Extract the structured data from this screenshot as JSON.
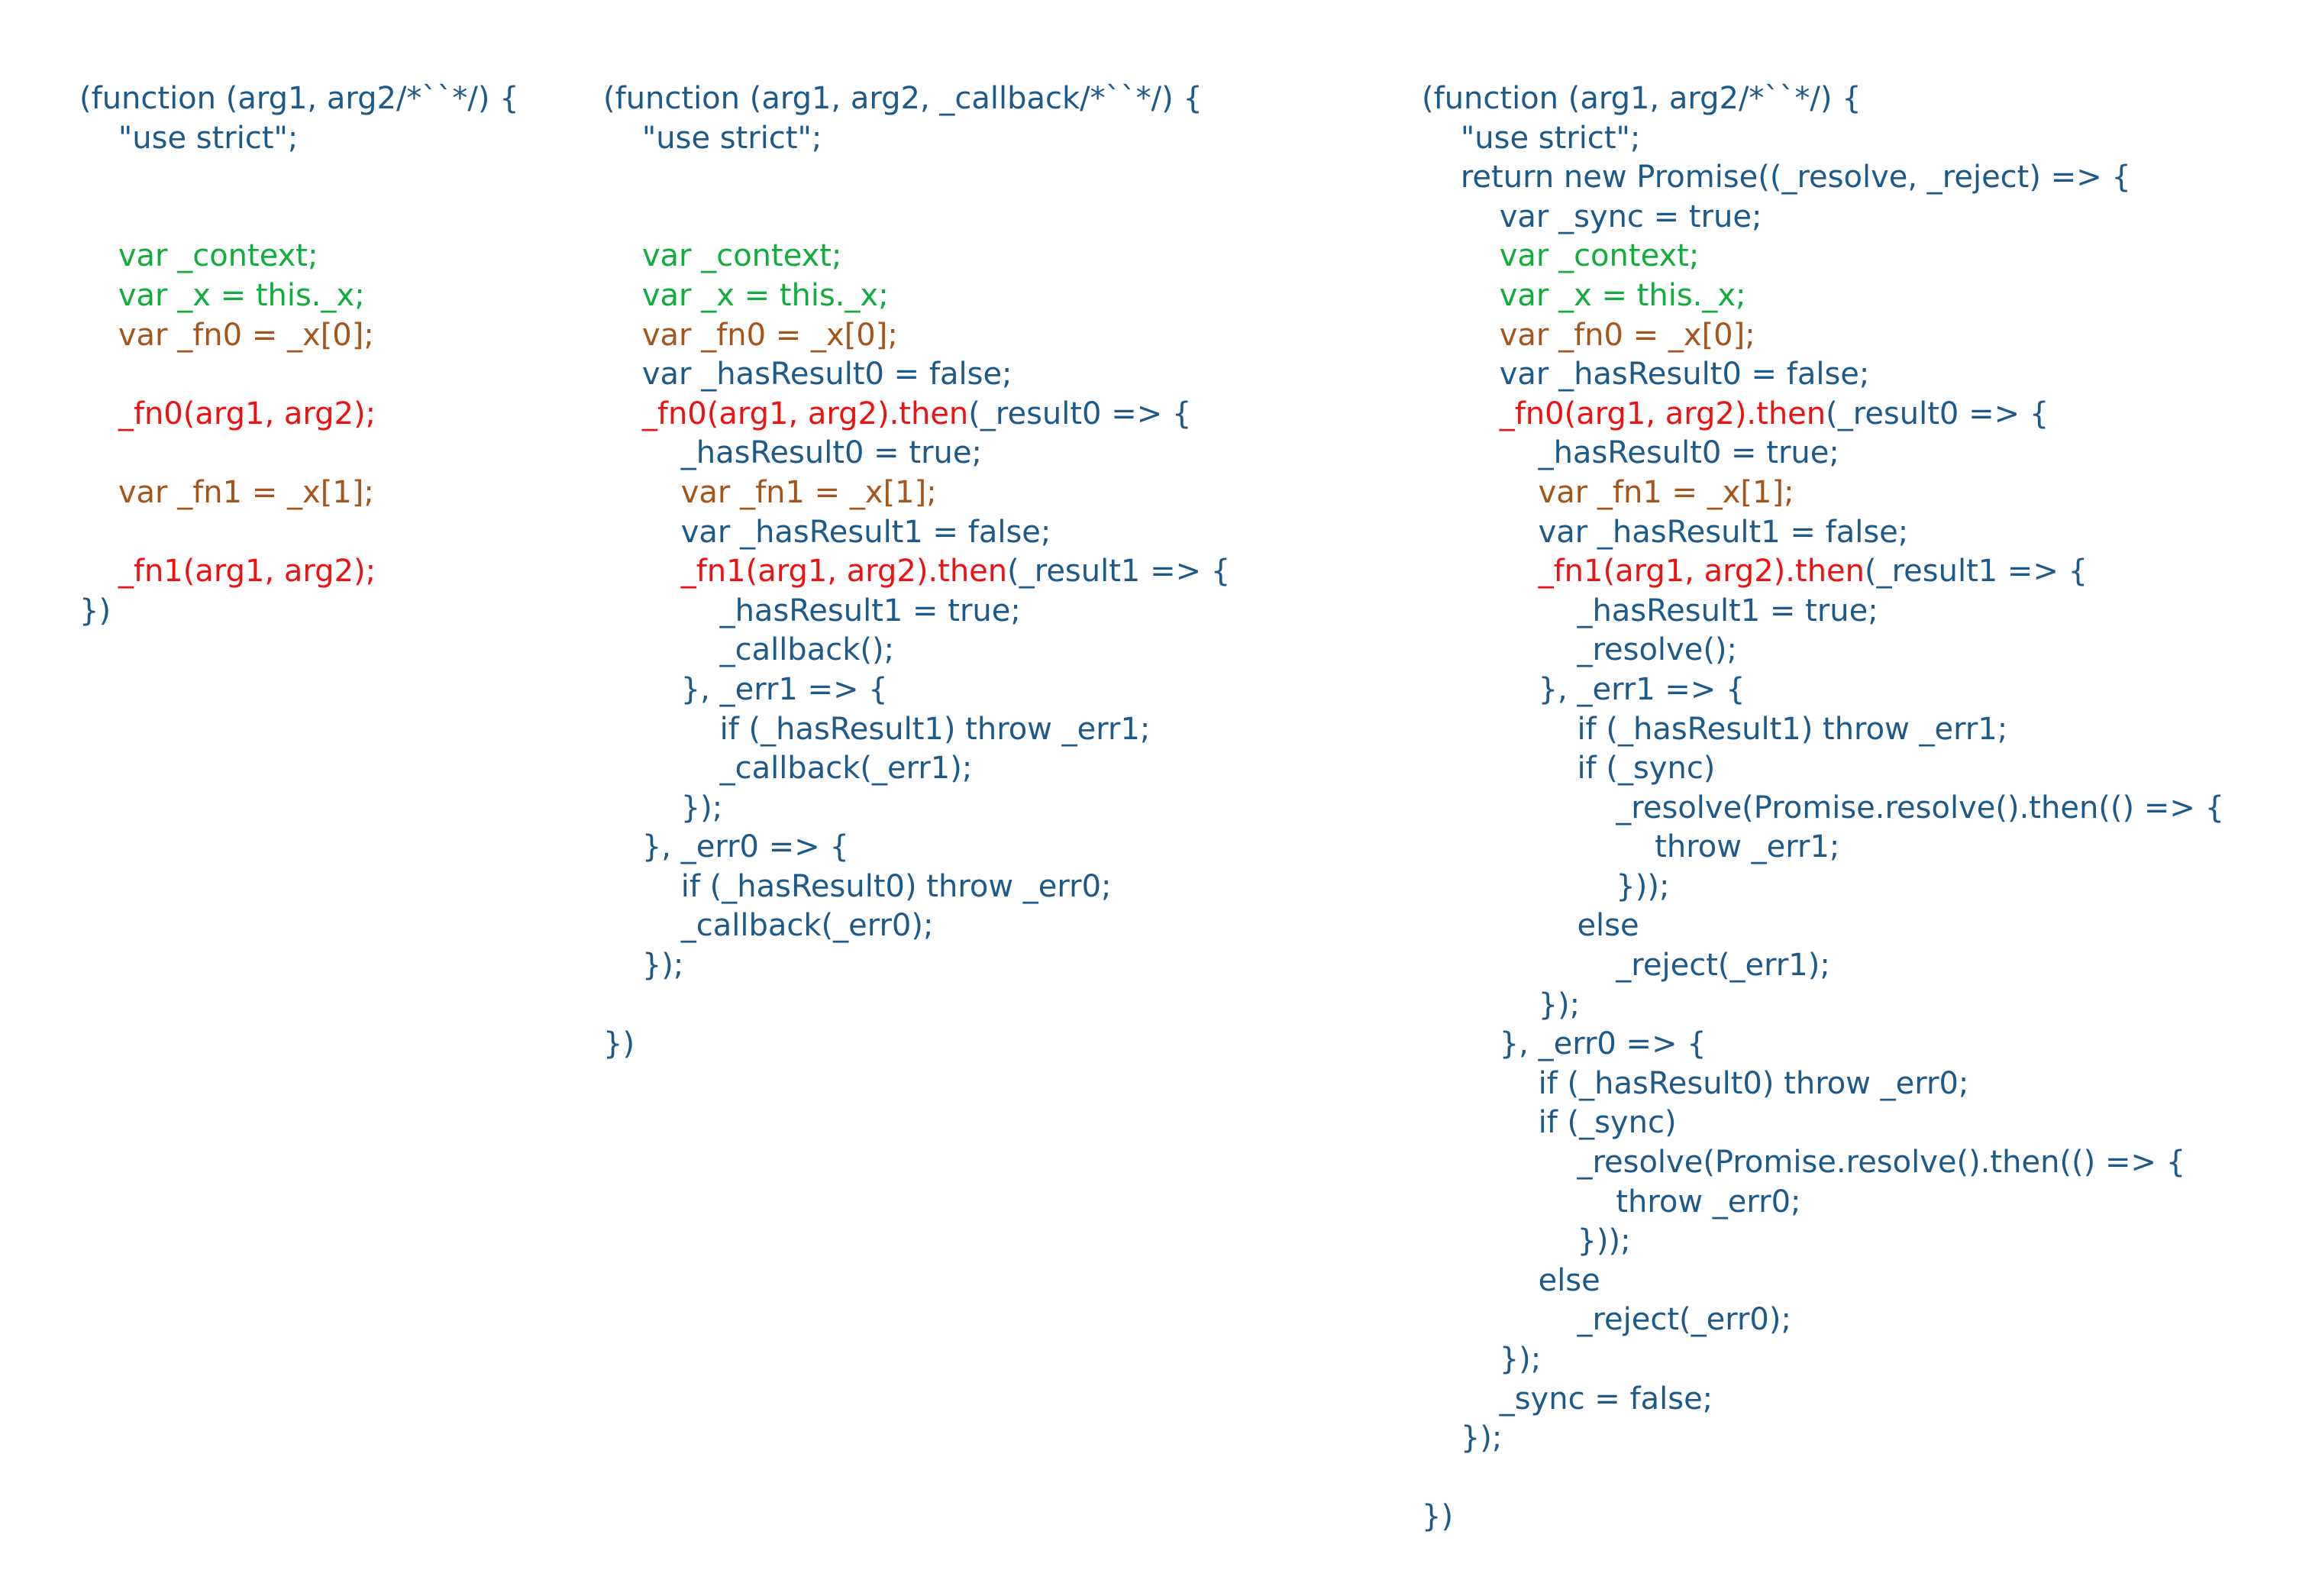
{
  "colors": {
    "blue": "#1b5a8a",
    "green": "#11ad3b",
    "orange": "#a5541a",
    "red": "#ee1111"
  },
  "panels": [
    {
      "id": "sync",
      "lines": [
        [
          {
            "t": "(function (arg1, arg2/*``*/) {",
            "c": "blue"
          }
        ],
        [
          {
            "t": "    \"use strict\";",
            "c": "blue"
          }
        ],
        [],
        [],
        [
          {
            "t": "    var _context;",
            "c": "green"
          }
        ],
        [
          {
            "t": "    var _x = this._x;",
            "c": "green"
          }
        ],
        [
          {
            "t": "    var _fn0 = _x[0];",
            "c": "orange"
          }
        ],
        [],
        [
          {
            "t": "    _fn0(arg1, arg2);",
            "c": "red"
          }
        ],
        [],
        [
          {
            "t": "    var _fn1 = _x[1];",
            "c": "orange"
          }
        ],
        [],
        [
          {
            "t": "    _fn1(arg1, arg2);",
            "c": "red"
          }
        ],
        [
          {
            "t": "})",
            "c": "blue"
          }
        ]
      ]
    },
    {
      "id": "callback",
      "lines": [
        [
          {
            "t": "(function (arg1, arg2, _callback/*``*/) {",
            "c": "blue"
          }
        ],
        [
          {
            "t": "    \"use strict\";",
            "c": "blue"
          }
        ],
        [],
        [],
        [
          {
            "t": "    var _context;",
            "c": "green"
          }
        ],
        [
          {
            "t": "    var _x = this._x;",
            "c": "green"
          }
        ],
        [
          {
            "t": "    var _fn0 = _x[0];",
            "c": "orange"
          }
        ],
        [
          {
            "t": "    var _hasResult0 = false;",
            "c": "blue"
          }
        ],
        [
          {
            "t": "    _fn0(arg1, arg2).then",
            "c": "red"
          },
          {
            "t": "(_result0 => {",
            "c": "blue"
          }
        ],
        [
          {
            "t": "        _hasResult0 = true;",
            "c": "blue"
          }
        ],
        [
          {
            "t": "        var _fn1 = _x[1];",
            "c": "orange"
          }
        ],
        [
          {
            "t": "        var _hasResult1 = false;",
            "c": "blue"
          }
        ],
        [
          {
            "t": "        _fn1(arg1, arg2).then",
            "c": "red"
          },
          {
            "t": "(_result1 => {",
            "c": "blue"
          }
        ],
        [
          {
            "t": "            _hasResult1 = true;",
            "c": "blue"
          }
        ],
        [
          {
            "t": "            _callback();",
            "c": "blue"
          }
        ],
        [
          {
            "t": "        }, _err1 => {",
            "c": "blue"
          }
        ],
        [
          {
            "t": "            if (_hasResult1) throw _err1;",
            "c": "blue"
          }
        ],
        [
          {
            "t": "            _callback(_err1);",
            "c": "blue"
          }
        ],
        [
          {
            "t": "        });",
            "c": "blue"
          }
        ],
        [
          {
            "t": "    }, _err0 => {",
            "c": "blue"
          }
        ],
        [
          {
            "t": "        if (_hasResult0) throw _err0;",
            "c": "blue"
          }
        ],
        [
          {
            "t": "        _callback(_err0);",
            "c": "blue"
          }
        ],
        [
          {
            "t": "    });",
            "c": "blue"
          }
        ],
        [],
        [
          {
            "t": "})",
            "c": "blue"
          }
        ]
      ]
    },
    {
      "id": "promise",
      "lines": [
        [
          {
            "t": "(function (arg1, arg2/*``*/) {",
            "c": "blue"
          }
        ],
        [
          {
            "t": "    \"use strict\";",
            "c": "blue"
          }
        ],
        [
          {
            "t": "    return new Promise((_resolve, _reject) => {",
            "c": "blue"
          }
        ],
        [
          {
            "t": "        var _sync = true;",
            "c": "blue"
          }
        ],
        [
          {
            "t": "        var _context;",
            "c": "green"
          }
        ],
        [
          {
            "t": "        var _x = this._x;",
            "c": "green"
          }
        ],
        [
          {
            "t": "        var _fn0 = _x[0];",
            "c": "orange"
          }
        ],
        [
          {
            "t": "        var _hasResult0 = false;",
            "c": "blue"
          }
        ],
        [
          {
            "t": "        _fn0(arg1, arg2).then",
            "c": "red"
          },
          {
            "t": "(_result0 => {",
            "c": "blue"
          }
        ],
        [
          {
            "t": "            _hasResult0 = true;",
            "c": "blue"
          }
        ],
        [
          {
            "t": "            var _fn1 = _x[1];",
            "c": "orange"
          }
        ],
        [
          {
            "t": "            var _hasResult1 = false;",
            "c": "blue"
          }
        ],
        [
          {
            "t": "            _fn1(arg1, arg2).then",
            "c": "red"
          },
          {
            "t": "(_result1 => {",
            "c": "blue"
          }
        ],
        [
          {
            "t": "                _hasResult1 = true;",
            "c": "blue"
          }
        ],
        [
          {
            "t": "                _resolve();",
            "c": "blue"
          }
        ],
        [
          {
            "t": "            }, _err1 => {",
            "c": "blue"
          }
        ],
        [
          {
            "t": "                if (_hasResult1) throw _err1;",
            "c": "blue"
          }
        ],
        [
          {
            "t": "                if (_sync)",
            "c": "blue"
          }
        ],
        [
          {
            "t": "                    _resolve(Promise.resolve().then(() => {",
            "c": "blue"
          }
        ],
        [
          {
            "t": "                        throw _err1;",
            "c": "blue"
          }
        ],
        [
          {
            "t": "                    }));",
            "c": "blue"
          }
        ],
        [
          {
            "t": "                else",
            "c": "blue"
          }
        ],
        [
          {
            "t": "                    _reject(_err1);",
            "c": "blue"
          }
        ],
        [
          {
            "t": "            });",
            "c": "blue"
          }
        ],
        [
          {
            "t": "        }, _err0 => {",
            "c": "blue"
          }
        ],
        [
          {
            "t": "            if (_hasResult0) throw _err0;",
            "c": "blue"
          }
        ],
        [
          {
            "t": "            if (_sync)",
            "c": "blue"
          }
        ],
        [
          {
            "t": "                _resolve(Promise.resolve().then(() => {",
            "c": "blue"
          }
        ],
        [
          {
            "t": "                    throw _err0;",
            "c": "blue"
          }
        ],
        [
          {
            "t": "                }));",
            "c": "blue"
          }
        ],
        [
          {
            "t": "            else",
            "c": "blue"
          }
        ],
        [
          {
            "t": "                _reject(_err0);",
            "c": "blue"
          }
        ],
        [
          {
            "t": "        });",
            "c": "blue"
          }
        ],
        [
          {
            "t": "        _sync = false;",
            "c": "blue"
          }
        ],
        [
          {
            "t": "    });",
            "c": "blue"
          }
        ],
        [],
        [
          {
            "t": "})",
            "c": "blue"
          }
        ]
      ]
    }
  ]
}
